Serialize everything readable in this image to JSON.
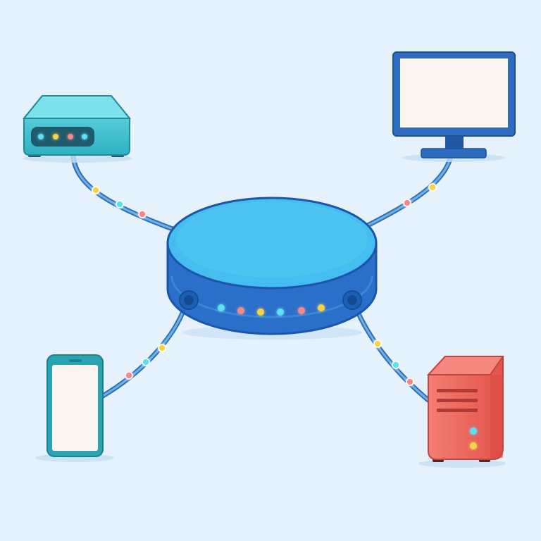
{
  "colors": {
    "background": "#e6f2fb",
    "hub_top": "#46bdf0",
    "hub_side": "#2a6fc9",
    "hub_outline": "#1c56a8",
    "cable": "#4f8fcf",
    "modem": "#4ccad8",
    "monitor_frame": "#2f6cc0",
    "screen_fill": "#fbf6f1",
    "phone_frame": "#2aa3b3",
    "server": "#ef6a5f",
    "led_cyan": "#5ee0f2",
    "led_yellow": "#f5d34a",
    "led_pink": "#f38a8a"
  },
  "devices": [
    {
      "id": "hub",
      "icon": "network-hub-icon"
    },
    {
      "id": "modem",
      "icon": "modem-icon"
    },
    {
      "id": "monitor",
      "icon": "desktop-monitor-icon"
    },
    {
      "id": "phone",
      "icon": "smartphone-icon"
    },
    {
      "id": "server",
      "icon": "server-tower-icon"
    }
  ],
  "links": [
    {
      "from": "hub",
      "to": "modem"
    },
    {
      "from": "hub",
      "to": "monitor"
    },
    {
      "from": "hub",
      "to": "phone"
    },
    {
      "from": "hub",
      "to": "server"
    }
  ]
}
